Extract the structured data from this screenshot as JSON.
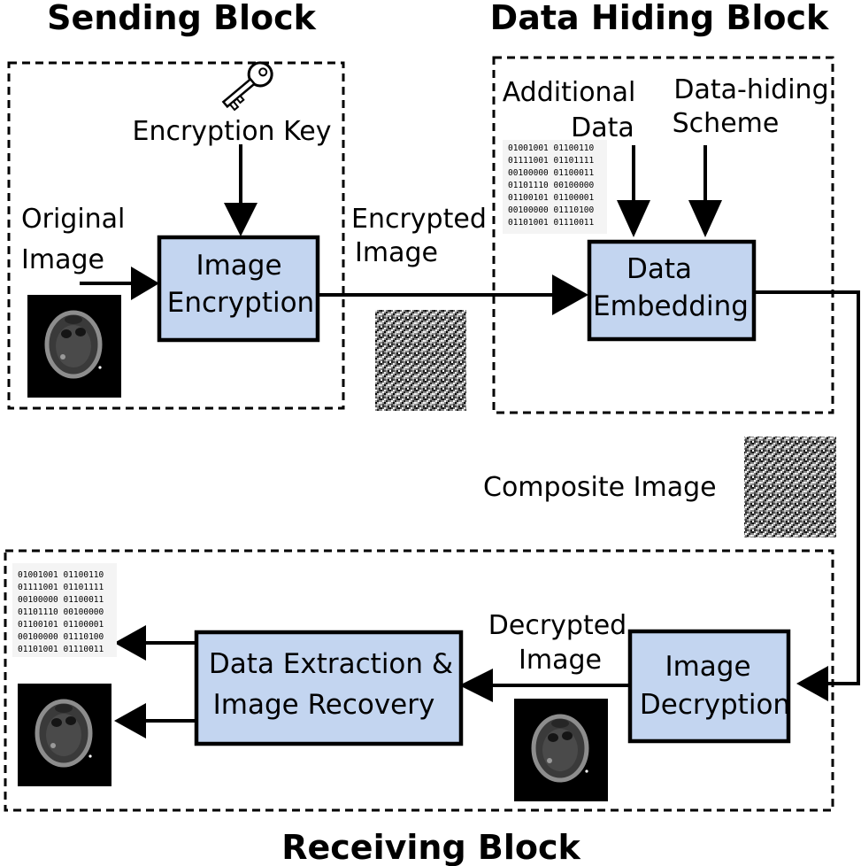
{
  "blocks": {
    "sending": "Sending Block",
    "data_hiding": "Data Hiding Block",
    "receiving": "Receiving Block"
  },
  "processes": {
    "image_encryption": [
      "Image",
      "Encryption"
    ],
    "data_embedding": [
      "Data",
      "Embedding"
    ],
    "image_decryption": [
      "Image",
      "Decryption"
    ],
    "data_extraction": [
      "Data Extraction &",
      "Image Recovery"
    ]
  },
  "labels": {
    "encryption_key": "Encryption Key",
    "original_image": [
      "Original",
      "Image"
    ],
    "encrypted_image": [
      "Encrypted",
      "Image"
    ],
    "additional_data": [
      "Additional",
      "Data"
    ],
    "data_hiding_scheme": [
      "Data-hiding",
      "Scheme"
    ],
    "composite_image": "Composite Image",
    "decrypted_image": [
      "Decrypted",
      "Image"
    ]
  },
  "binary_data": [
    "01001001 01100110",
    "01111001 01101111",
    "00100000 01100011",
    "01101110 00100000",
    "01100101 01100001",
    "00100000 01110100",
    "01101001 01110011"
  ],
  "icons": {
    "key": "key-icon",
    "ct_scan": "ct-scan-image",
    "noise": "noise-image"
  }
}
